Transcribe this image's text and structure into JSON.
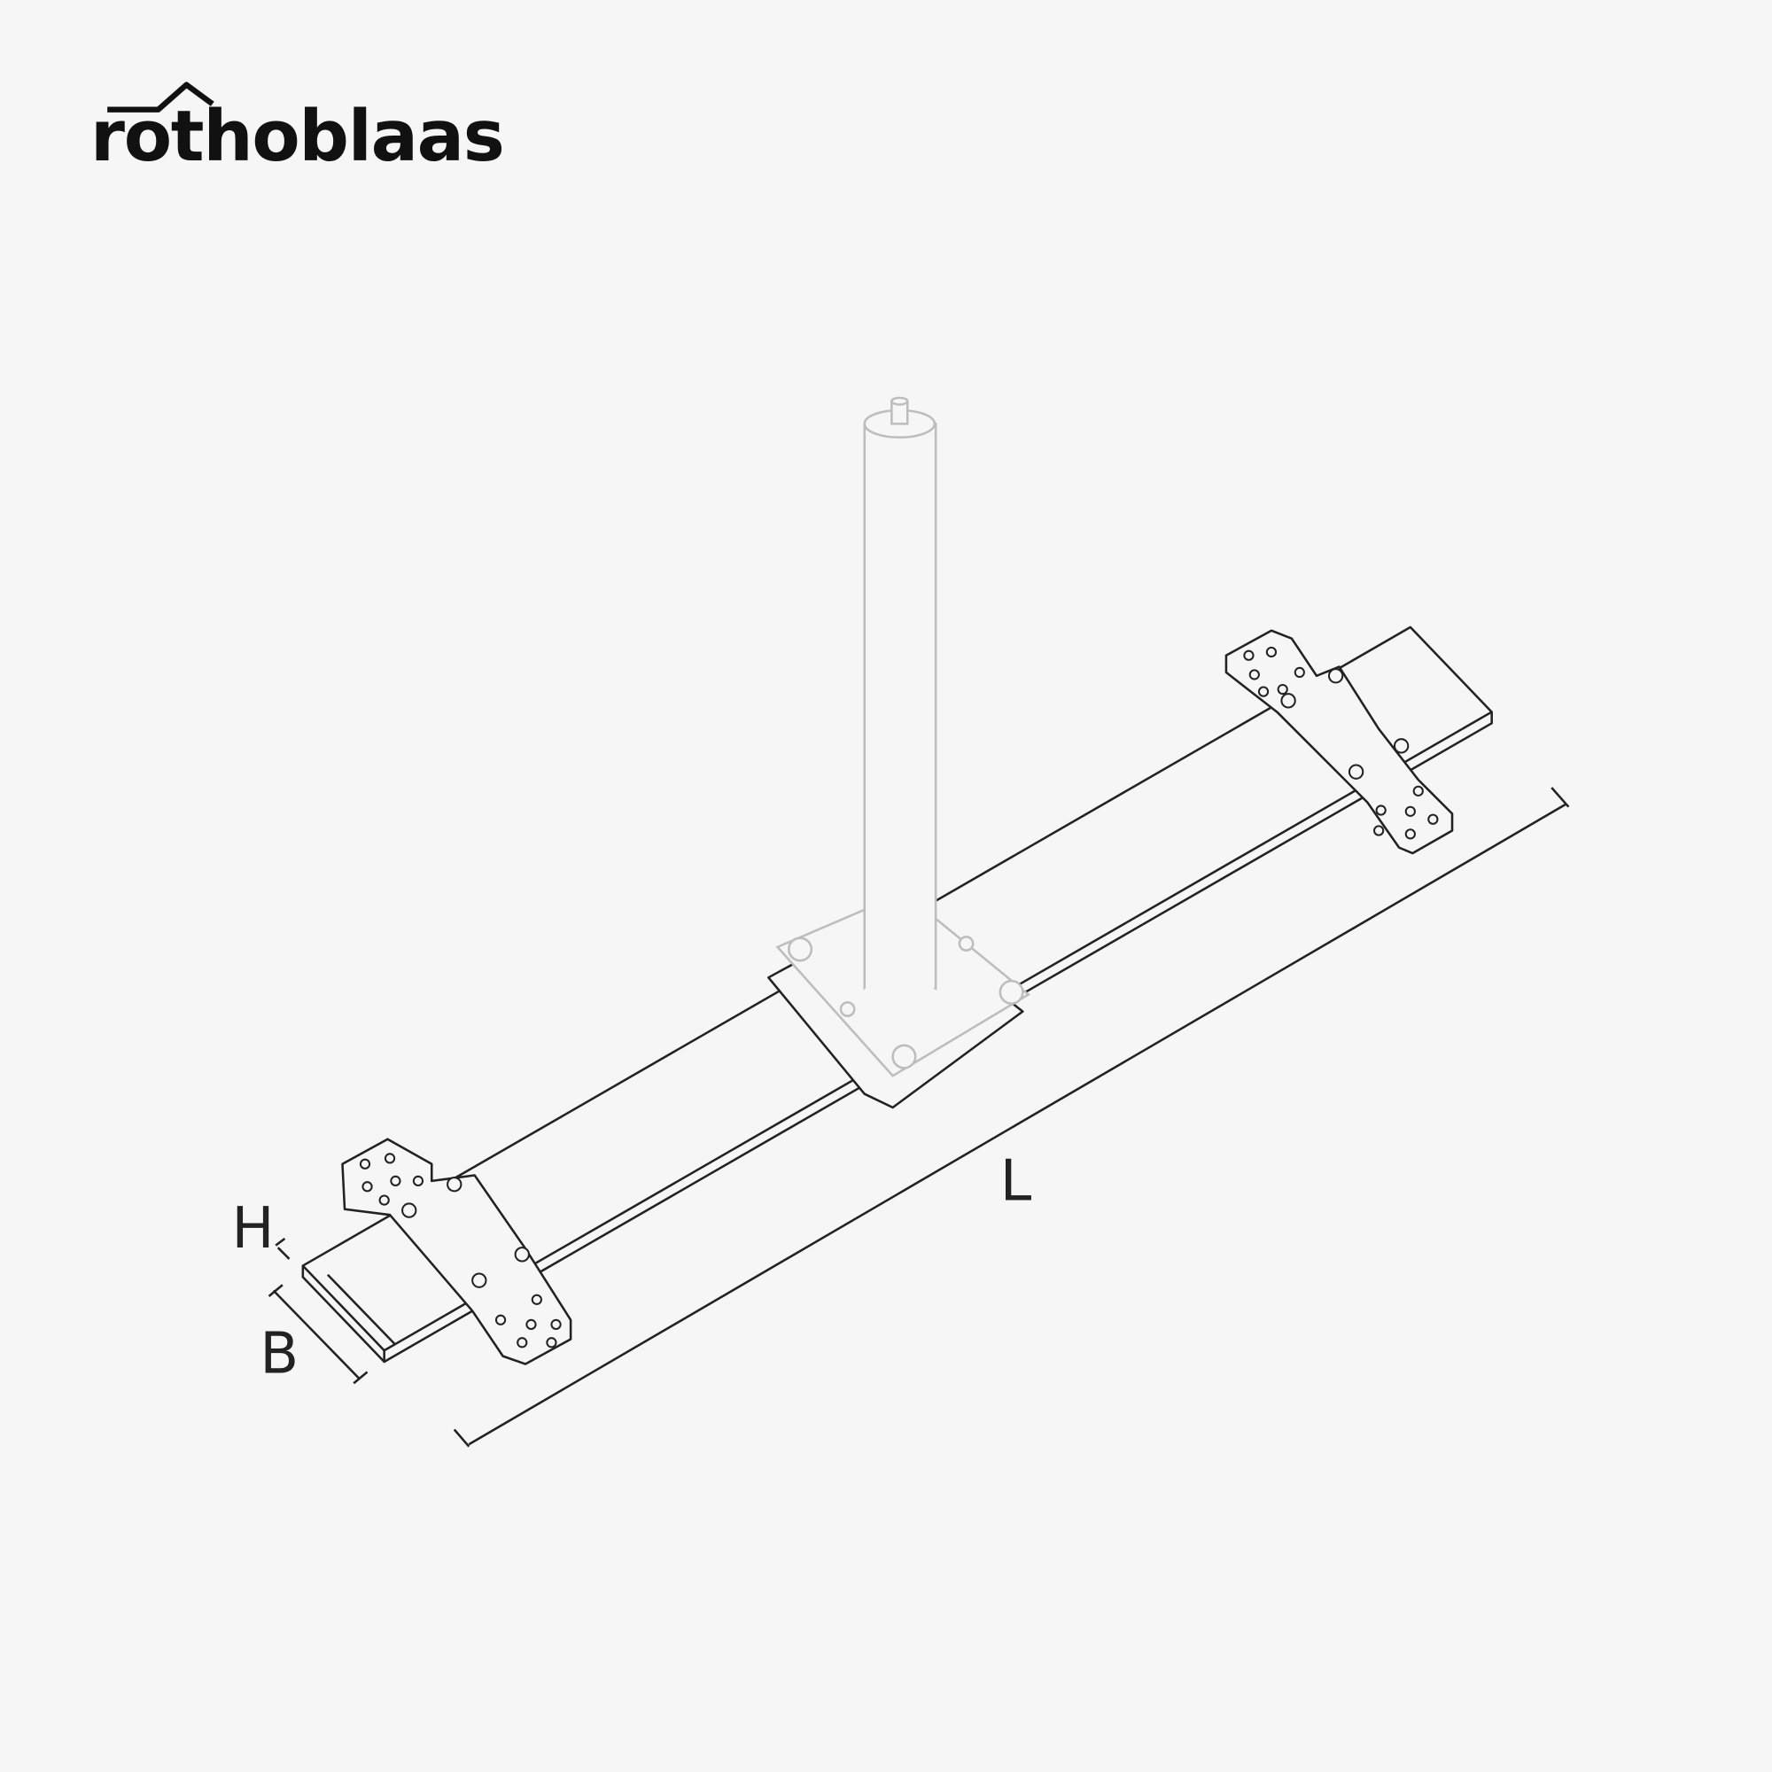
{
  "brand": {
    "name": "rothoblaas"
  },
  "dimensions": {
    "length_label": "L",
    "width_label": "B",
    "height_label": "H"
  }
}
